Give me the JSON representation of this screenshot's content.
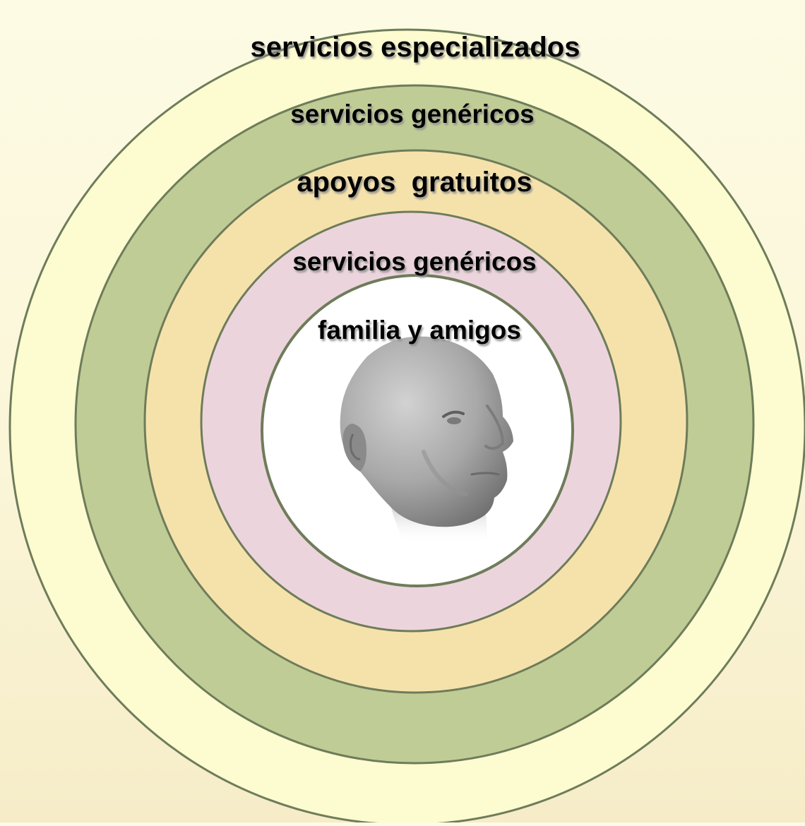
{
  "diagram": {
    "rings": [
      {
        "id": "ring-servicios-especializados",
        "label": "servicios especializados",
        "fill": "#fdfbd0"
      },
      {
        "id": "ring-servicios-genericos-outer",
        "label": "servicios genéricos",
        "fill": "#c0cc95"
      },
      {
        "id": "ring-apoyos-gratuitos",
        "label": "apoyos  gratuitos",
        "fill": "#f5e2ab"
      },
      {
        "id": "ring-servicios-genericos-inner",
        "label": "servicios genéricos",
        "fill": "#ecd4dd"
      },
      {
        "id": "ring-familia-y-amigos",
        "label": "familia y amigos",
        "fill": "#ffffff"
      }
    ],
    "colors": {
      "ring_stroke": "#6e7c5a",
      "label_text": "#000000",
      "label_shadow": "#9a9a9a",
      "face": "#9e9e9e"
    },
    "center_icon": "human-head-icon"
  }
}
